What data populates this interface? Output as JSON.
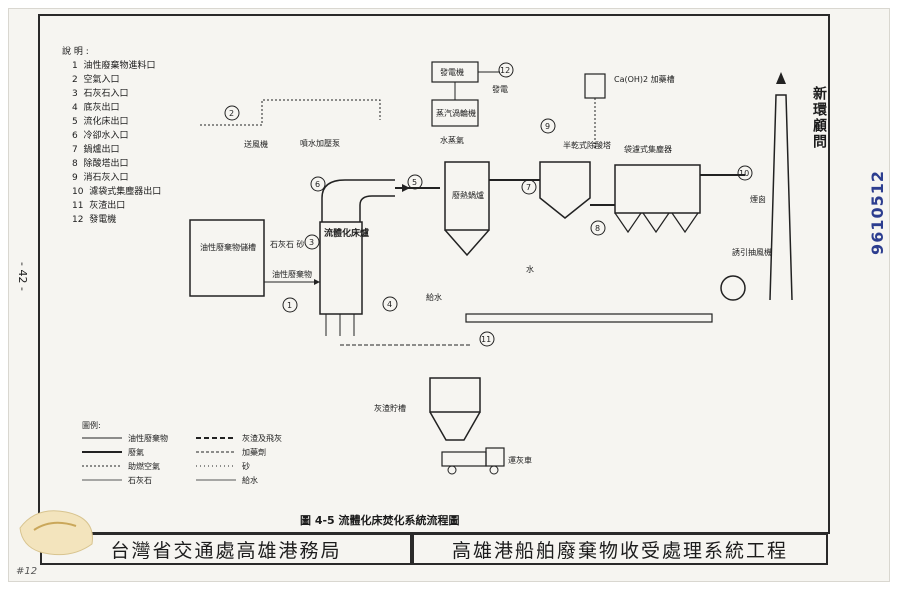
{
  "legend": {
    "title": "說 明 :",
    "items": [
      {
        "num": "1",
        "label": "油性廢棄物進料口"
      },
      {
        "num": "2",
        "label": "空氣入口"
      },
      {
        "num": "3",
        "label": "石灰石入口"
      },
      {
        "num": "4",
        "label": "底灰出口"
      },
      {
        "num": "5",
        "label": "流化床出口"
      },
      {
        "num": "6",
        "label": "冷卻水入口"
      },
      {
        "num": "7",
        "label": "鍋爐出口"
      },
      {
        "num": "8",
        "label": "除酸塔出口"
      },
      {
        "num": "9",
        "label": "消石灰入口"
      },
      {
        "num": "10",
        "label": "濾袋式集塵器出口"
      },
      {
        "num": "11",
        "label": "灰渣出口"
      },
      {
        "num": "12",
        "label": "發電機"
      }
    ]
  },
  "components": {
    "storage_tank": "油性廢棄物儲槽",
    "feed_label": "油性廢棄物",
    "reactor": "流體化床爐",
    "limestone_sand": "石灰石 砂",
    "blower": "送風機",
    "spray_pump": "噴水加壓泵",
    "generator": "發電機",
    "steam_turbine": "蒸汽渦輪機",
    "power_out": "發電",
    "steam": "水蒸氣",
    "boiler": "廢熱鍋爐",
    "water": "水",
    "feed_water": "給水",
    "lime_silo": "Ca(OH)2 加藥槽",
    "semi_dry_scrubber": "半乾式除酸塔",
    "bag_filter": "袋濾式集塵器",
    "exhaust": "煙囪",
    "id_fan": "誘引抽風機",
    "ash_silo": "灰渣貯槽",
    "ash_truck": "運灰車"
  },
  "symbol_legend": {
    "title": "圖例:",
    "items": [
      {
        "label": "油性廢棄物"
      },
      {
        "label": "廢氣"
      },
      {
        "label": "助燃空氣"
      },
      {
        "label": "石灰石"
      },
      {
        "label": "灰渣及飛灰"
      },
      {
        "label": "加藥劑"
      },
      {
        "label": "砂"
      },
      {
        "label": "給水"
      }
    ]
  },
  "caption": "圖 4-5  流體化床焚化系統流程圖",
  "side_note": "新環顧問",
  "stamp": "9610512",
  "page_number": "- 42 -",
  "footer": {
    "left": "台灣省交通處高雄港務局",
    "right": "高雄港船舶廢棄物收受處理系統工程"
  },
  "handwritten_mark": "#12"
}
